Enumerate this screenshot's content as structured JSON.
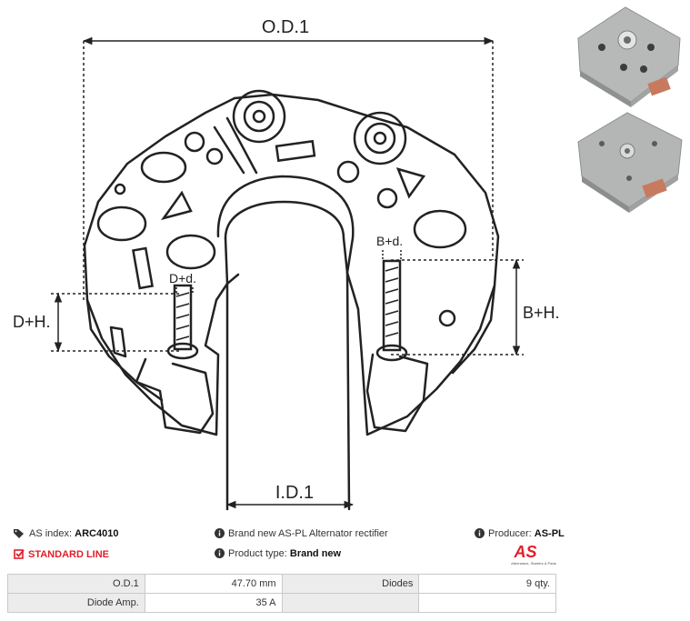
{
  "diagram": {
    "labels": {
      "od1": "O.D.1",
      "id1": "I.D.1",
      "dh": "D+H.",
      "bh": "B+H.",
      "dd": "D+d.",
      "bd": "B+d."
    }
  },
  "info": {
    "index_label": "AS index: ",
    "index_value": "ARC4010",
    "line": "STANDARD LINE",
    "desc": "Brand new AS-PL Alternator rectifier",
    "type_label": "Product type: ",
    "type_value": "Brand new",
    "producer_label": "Producer: ",
    "producer_value": "AS-PL"
  },
  "logo": {
    "text": "AS",
    "tagline": "Alternators, Starters & Parts",
    "color": "#e0202a"
  },
  "specs": {
    "rows": [
      {
        "l1": "O.D.1",
        "v1": "47.70 mm",
        "l2": "Diodes",
        "v2": "9 qty."
      },
      {
        "l1": "Diode Amp.",
        "v1": "35 A",
        "l2": "",
        "v2": ""
      }
    ]
  }
}
